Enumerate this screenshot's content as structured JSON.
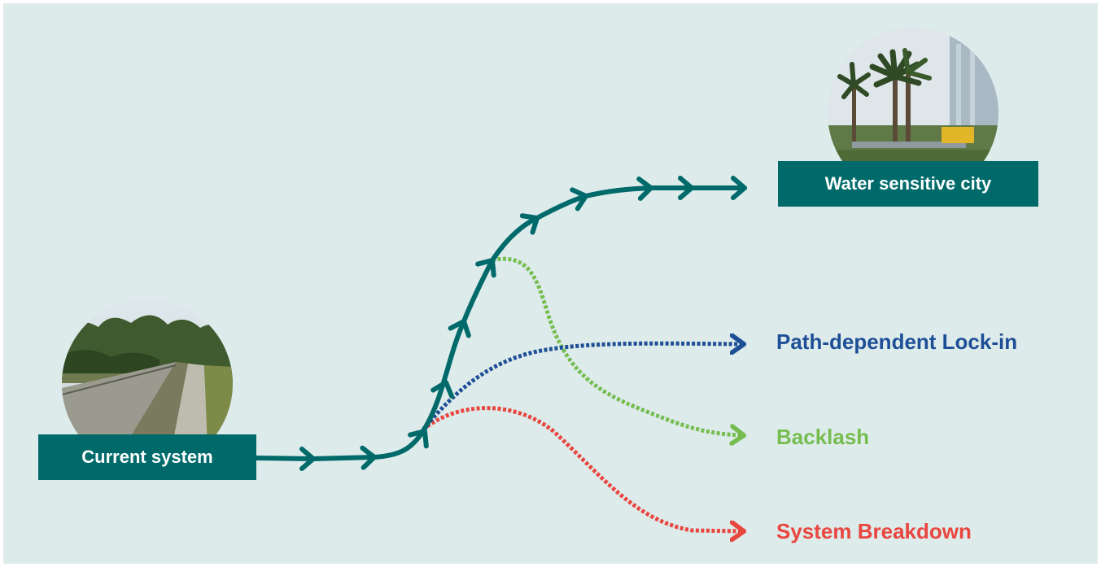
{
  "colors": {
    "background": "#deebeb",
    "main_path": "#006a6a",
    "lockin": "#1d4f96",
    "backlash": "#76bd4f",
    "breakdown": "#e8463f",
    "box_fill": "#006a6a"
  },
  "nodes": {
    "current": {
      "label": "Current system",
      "photo": "concrete-drainage-channel-image"
    },
    "target": {
      "label": "Water sensitive city",
      "photo": "palm-trees-wetland-plaza-image"
    }
  },
  "outcomes": [
    {
      "id": "lockin",
      "label": "Path-dependent Lock-in"
    },
    {
      "id": "backlash",
      "label": "Backlash"
    },
    {
      "id": "breakdown",
      "label": "System Breakdown"
    }
  ]
}
